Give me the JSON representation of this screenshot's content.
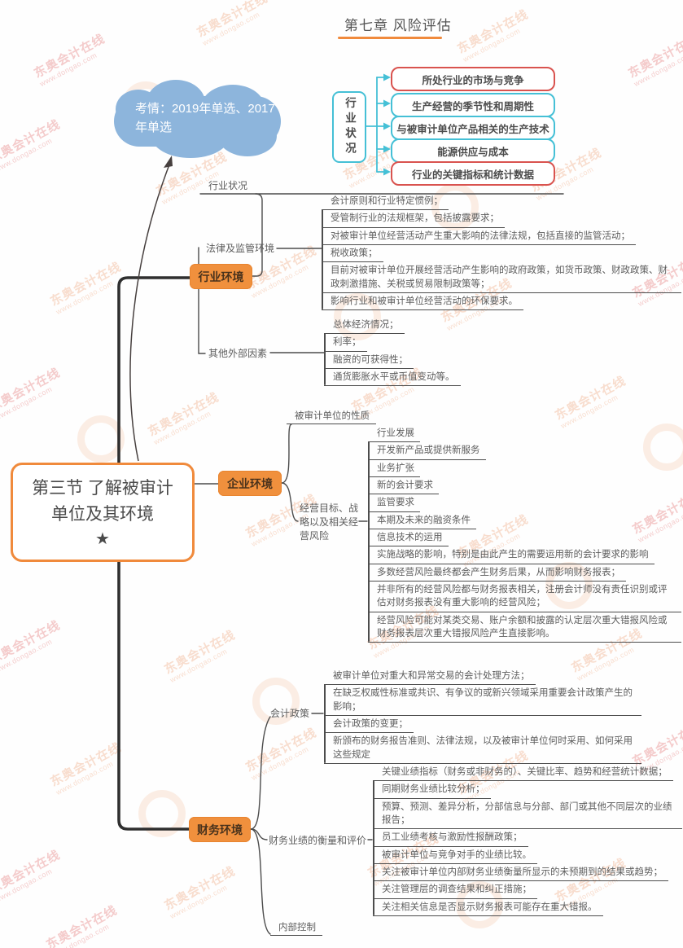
{
  "page_title": {
    "text": "第七章 风险评估"
  },
  "watermark": {
    "line1": "东奥会计在线",
    "line2": "www.dongao.com"
  },
  "colors": {
    "accent_orange": "#f0903d",
    "cyan": "#45c0d6",
    "red": "#d9534f",
    "cloud_blue": "#8db5dc",
    "line": "#4c4c4c"
  },
  "cloud": {
    "text": "考情：2019年单选、2017年单选"
  },
  "industry_status": {
    "label": "行业状况",
    "items": [
      {
        "text": "所处行业的市场与竞争",
        "style": "red"
      },
      {
        "text": "生产经营的季节性和周期性",
        "style": "cyan"
      },
      {
        "text": "与被审计单位产品相关的生产技术",
        "style": "cyan"
      },
      {
        "text": "能源供应与成本",
        "style": "cyan"
      },
      {
        "text": "行业的关键指标和统计数据",
        "style": "red"
      }
    ]
  },
  "root": {
    "title": "第三节 了解被审计单位及其环境",
    "star": "★"
  },
  "branches": [
    {
      "label": "行业环境",
      "children": [
        {
          "type": "leaf",
          "text": "行业状况"
        },
        {
          "type": "group",
          "label": "法律及监管环境",
          "items": [
            "会计原则和行业特定惯例；",
            "受管制行业的法规框架，包括披露要求；",
            "对被审计单位经营活动产生重大影响的法律法规，包括直接的监管活动；",
            "税收政策；",
            "目前对被审计单位开展经营活动产生影响的政府政策，如货币政策、财政政策、财政刺激措施、关税或贸易限制政策等；",
            "影响行业和被审计单位经营活动的环保要求。"
          ]
        },
        {
          "type": "group",
          "label": "其他外部因素",
          "items": [
            "总体经济情况；",
            "利率；",
            "融资的可获得性；",
            "通货膨胀水平或币值变动等。"
          ]
        }
      ]
    },
    {
      "label": "企业环境",
      "children": [
        {
          "type": "leaf",
          "text": "被审计单位的性质"
        },
        {
          "type": "group",
          "label": "经营目标、战略以及相关经营风险",
          "items": [
            "行业发展",
            "开发新产品或提供新服务",
            "业务扩张",
            "新的会计要求",
            "监管要求",
            "本期及未来的融资条件",
            "信息技术的运用",
            "实施战略的影响，特别是由此产生的需要运用新的会计要求的影响",
            "多数经营风险最终都会产生财务后果，从而影响财务报表；",
            "并非所有的经营风险都与财务报表相关，注册会计师没有责任识别或评估对财务报表没有重大影响的经营风险；",
            "经营风险可能对某类交易、账户余额和披露的认定层次重大错报风险或财务报表层次重大错报风险产生直接影响。"
          ]
        }
      ]
    },
    {
      "label": "财务环境",
      "children": [
        {
          "type": "group",
          "label": "会计政策",
          "items": [
            "被审计单位对重大和异常交易的会计处理方法；",
            "在缺乏权威性标准或共识、有争议的或新兴领域采用重要会计政策产生的影响；",
            "会计政策的变更；",
            "新颁布的财务报告准则、法律法规，以及被审计单位何时采用、如何采用这些规定"
          ]
        },
        {
          "type": "group",
          "label": "财务业绩的衡量和评价",
          "items": [
            "关键业绩指标（财务或非财务的）、关键比率、趋势和经营统计数据；",
            "同期财务业绩比较分析；",
            "预算、预测、差异分析，分部信息与分部、部门或其他不同层次的业绩报告；",
            "员工业绩考核与激励性报酬政策；",
            "被审计单位与竞争对手的业绩比较。",
            "关注被审计单位内部财务业绩衡量所显示的未预期到的结果或趋势；",
            "关注管理层的调查结果和纠正措施；",
            "关注相关信息是否显示财务报表可能存在重大错报。"
          ]
        },
        {
          "type": "leaf",
          "text": "内部控制"
        }
      ]
    }
  ]
}
